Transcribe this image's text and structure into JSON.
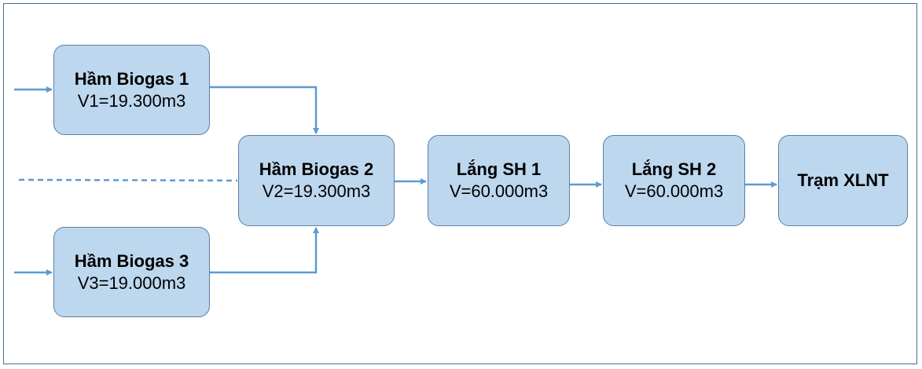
{
  "colors": {
    "box_fill": "#bdd7ee",
    "box_border": "#5a7fa3",
    "arrow": "#5b9bd5",
    "frame": "#4b6f8a"
  },
  "nodes": {
    "ham_biogas_1": {
      "title": "Hầm Biogas 1",
      "volume": "V1=19.300m3"
    },
    "ham_biogas_2": {
      "title": "Hầm Biogas 2",
      "volume": "V2=19.300m3"
    },
    "ham_biogas_3": {
      "title": "Hầm Biogas 3",
      "volume": "V3=19.000m3"
    },
    "lang_sh_1": {
      "title": "Lắng SH 1",
      "volume": "V=60.000m3"
    },
    "lang_sh_2": {
      "title": "Lắng SH 2",
      "volume": "V=60.000m3"
    },
    "tram_xlnt": {
      "title": "Trạm XLNT"
    }
  },
  "edges": [
    {
      "from": "inlet-1",
      "to": "ham_biogas_1",
      "style": "solid"
    },
    {
      "from": "inlet-3",
      "to": "ham_biogas_3",
      "style": "solid"
    },
    {
      "from": "inlet-2",
      "to": "ham_biogas_2",
      "style": "dashed"
    },
    {
      "from": "ham_biogas_1",
      "to": "ham_biogas_2",
      "style": "solid"
    },
    {
      "from": "ham_biogas_3",
      "to": "ham_biogas_2",
      "style": "solid"
    },
    {
      "from": "ham_biogas_2",
      "to": "lang_sh_1",
      "style": "solid"
    },
    {
      "from": "lang_sh_1",
      "to": "lang_sh_2",
      "style": "solid"
    },
    {
      "from": "lang_sh_2",
      "to": "tram_xlnt",
      "style": "solid"
    }
  ]
}
